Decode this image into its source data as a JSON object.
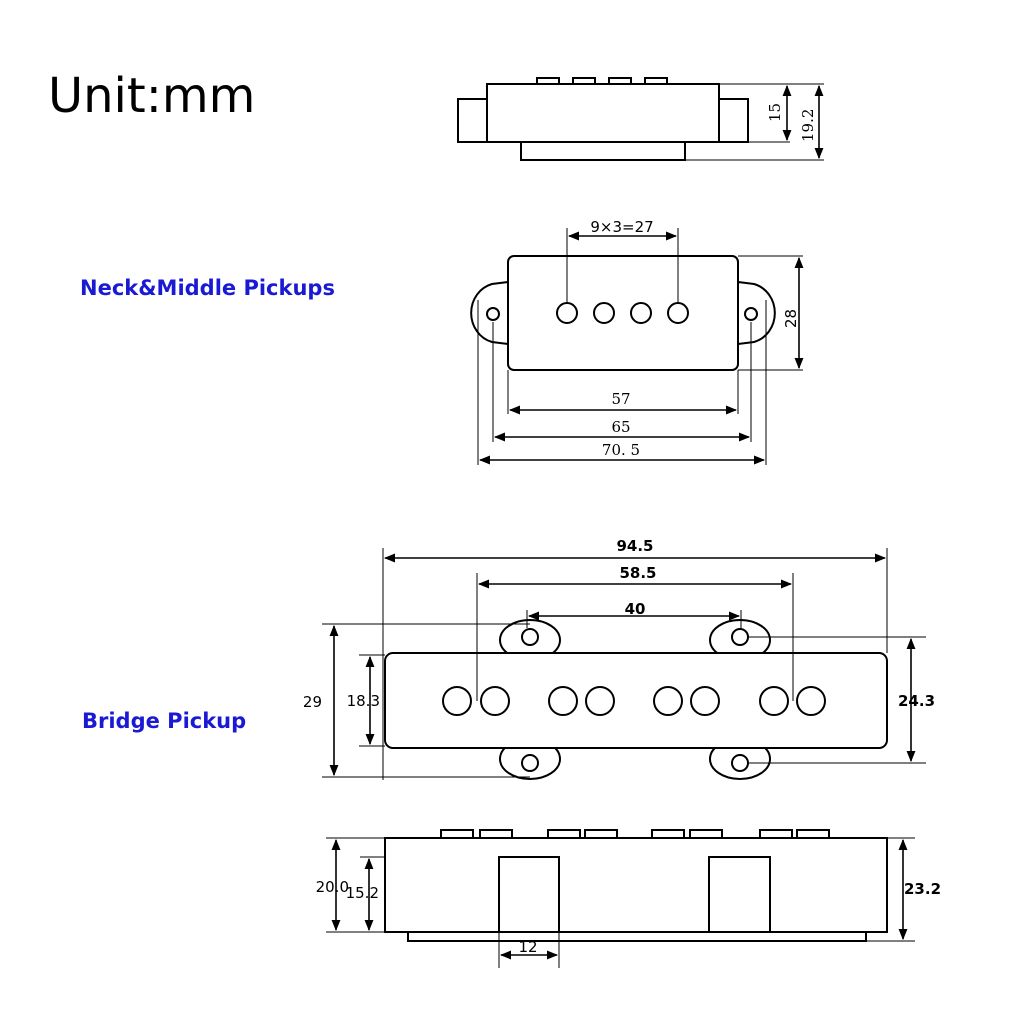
{
  "unit_label": "Unit:mm",
  "neck_middle": {
    "label": "Neck&Middle Pickups",
    "side_height_inner": "15",
    "side_height_total": "19.2",
    "pole_spacing": "9×3=27",
    "cover_height": "28",
    "cover_width": "57",
    "mount_hole_span": "65",
    "overall_width": "70. 5"
  },
  "bridge": {
    "label": "Bridge Pickup",
    "overall_width": "94.5",
    "outer_poles_span": "58.5",
    "mount_hole_span": "40",
    "overall_height": "29",
    "cover_height": "18.3",
    "mount_hole_vertical": "24.3",
    "side_total_height": "20.0",
    "side_body_height": "15.2",
    "side_overall_height": "23.2",
    "magnet_width": "12"
  }
}
